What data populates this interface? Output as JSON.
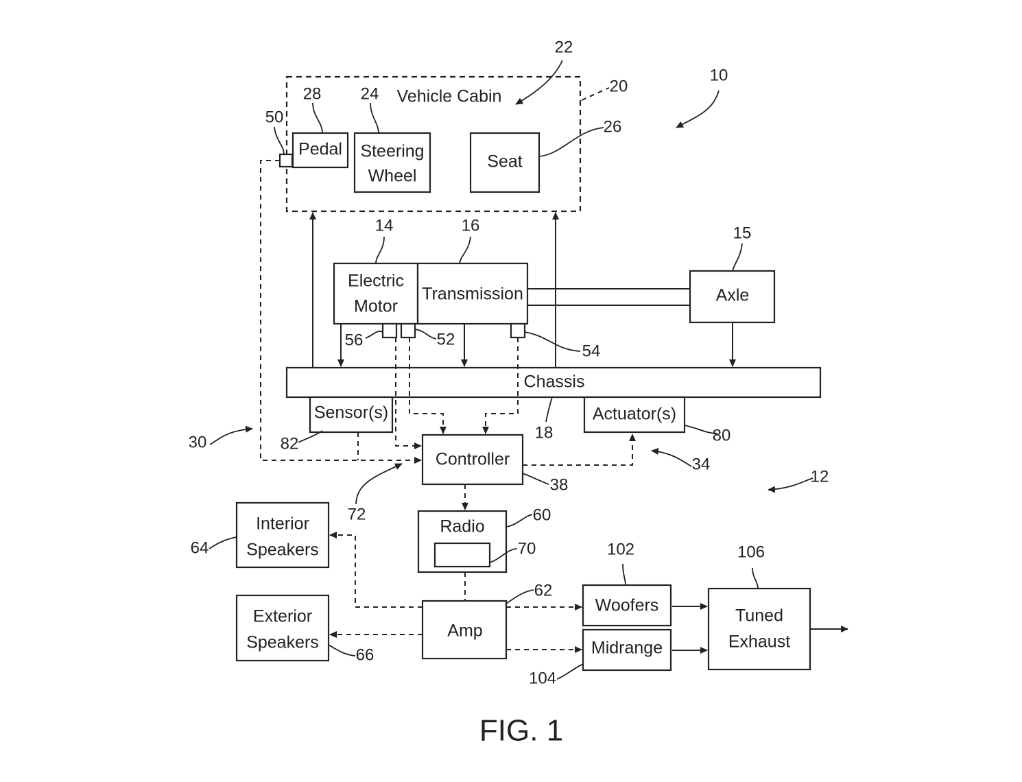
{
  "figure_label": "FIG. 1",
  "blocks": {
    "vehicle_cabin": "Vehicle Cabin",
    "pedal": "Pedal",
    "steering_wheel_1": "Steering",
    "steering_wheel_2": "Wheel",
    "seat": "Seat",
    "electric_motor_1": "Electric",
    "electric_motor_2": "Motor",
    "transmission": "Transmission",
    "axle": "Axle",
    "chassis": "Chassis",
    "sensors": "Sensor(s)",
    "actuators": "Actuator(s)",
    "controller": "Controller",
    "radio": "Radio",
    "interior_speakers_1": "Interior",
    "interior_speakers_2": "Speakers",
    "exterior_speakers_1": "Exterior",
    "exterior_speakers_2": "Speakers",
    "amp": "Amp",
    "woofers": "Woofers",
    "midrange": "Midrange",
    "tuned_exhaust_1": "Tuned",
    "tuned_exhaust_2": "Exhaust"
  },
  "refs": {
    "r10": "10",
    "r12": "12",
    "r14": "14",
    "r15": "15",
    "r16": "16",
    "r18": "18",
    "r20": "20",
    "r22": "22",
    "r24": "24",
    "r26": "26",
    "r28": "28",
    "r30": "30",
    "r34": "34",
    "r38": "38",
    "r50": "50",
    "r52": "52",
    "r54": "54",
    "r56": "56",
    "r60": "60",
    "r62": "62",
    "r64": "64",
    "r66": "66",
    "r70": "70",
    "r72": "72",
    "r80": "80",
    "r82": "82",
    "r102": "102",
    "r104": "104",
    "r106": "106"
  }
}
